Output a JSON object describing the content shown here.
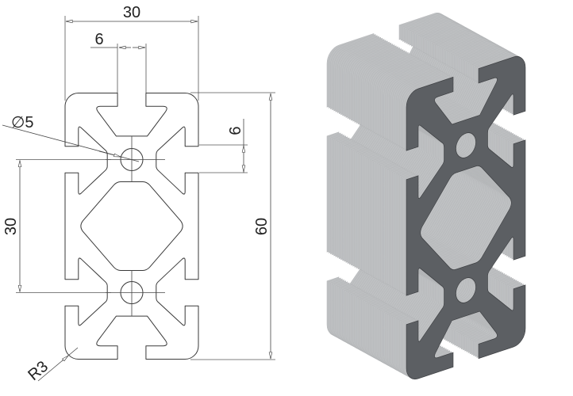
{
  "drawing": {
    "dimensions": {
      "overall_width": "30",
      "slot_width": "6",
      "hole_diameter": "∅5",
      "side_slot_width": "6",
      "hole_spacing": "30",
      "overall_height": "60",
      "corner_radius": "R3"
    }
  },
  "render": {
    "front_face_color": "#5c5f63",
    "side_face_color": "#bfc1c3"
  }
}
